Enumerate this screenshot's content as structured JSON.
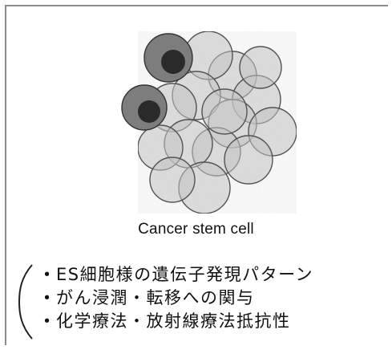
{
  "diagram": {
    "caption": "Cancer stem cell",
    "features": [
      "ES細胞様の遺伝子発現パターン",
      "がん浸潤・転移への関与",
      "化学療法・放射線療法抵抗性"
    ],
    "bullet": "・",
    "colors": {
      "cell_fill": "#c9c9c9",
      "cell_outline": "#555555",
      "stem_cell_outer": "#7d7d7d",
      "stem_cell_inner": "#2a2a2a",
      "frame": "#8a8a8a"
    }
  }
}
